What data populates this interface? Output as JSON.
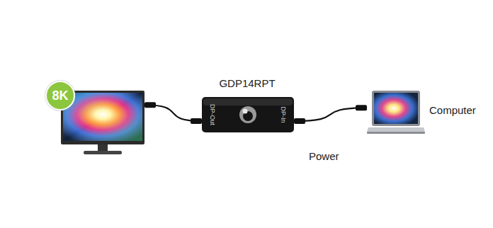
{
  "diagram": {
    "nodes": [
      {
        "text": [
          "8K"
        ]
      },
      {
        "text": [
          "GDP14RPT"
        ]
      },
      {
        "text": [
          "DP-Out",
          "DP-In"
        ],
        "in": 1
      },
      {
        "text": [
          "Computer"
        ]
      }
    ],
    "edges": [
      {
        "from": 2,
        "to": 0,
        "arrow": "none"
      },
      {
        "from": 3,
        "to": 2,
        "arrow": "none"
      }
    ],
    "labels": [
      "Power"
    ]
  }
}
